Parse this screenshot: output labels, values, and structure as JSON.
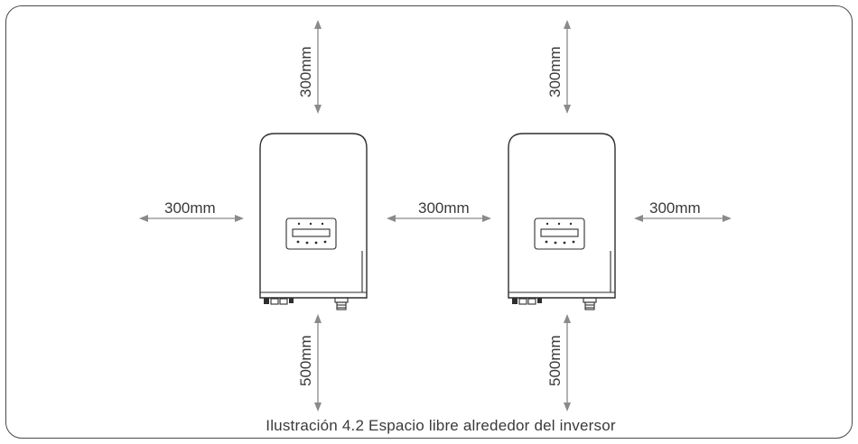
{
  "dimensions": {
    "top_left": "300mm",
    "top_right": "300mm",
    "left": "300mm",
    "middle": "300mm",
    "right": "300mm",
    "bottom_left": "500mm",
    "bottom_right": "500mm"
  },
  "caption": "Ilustración 4.2 Espacio libre alrededor del inversor"
}
